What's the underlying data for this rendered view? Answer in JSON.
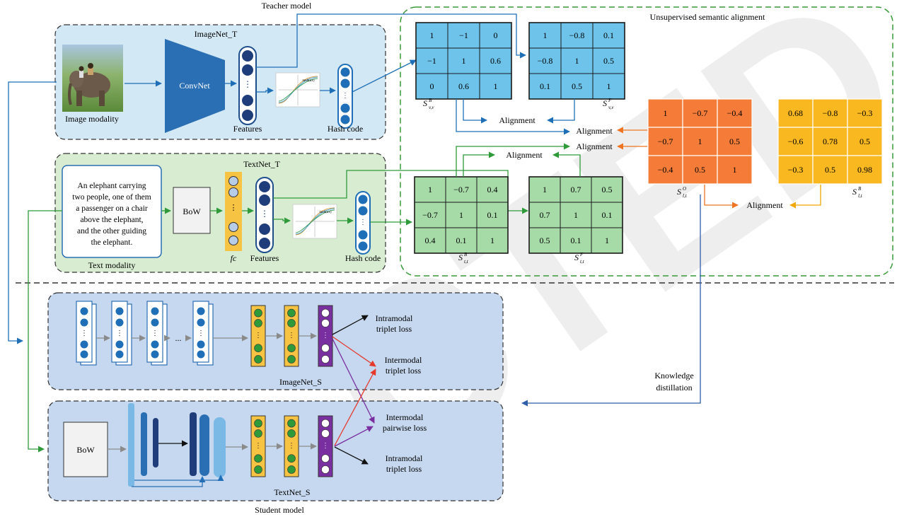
{
  "labels": {
    "teacher_model": "Teacher model",
    "student_model": "Student model",
    "unsupervised": "Unsupervised semantic alignment",
    "imagenet_t": "ImageNet_T",
    "textnet_t": "TextNet_T",
    "imagenet_s": "ImageNet_S",
    "textnet_s": "TextNet_S",
    "convnet": "ConvNet",
    "bow": "BoW",
    "features": "Features",
    "hash_code": "Hash code",
    "image_modality": "Image modality",
    "text_modality": "Text modality",
    "fc": "fc",
    "alignment": "Alignment",
    "knowledge_distillation": [
      "Knowledge",
      "distillation"
    ],
    "dots": "...",
    "tanh_label": "tanh(αx)"
  },
  "caption_text": [
    "An elephant carrying",
    "two people, one of them",
    "a passenger on a chair",
    "above the elephant,",
    "and the other guiding",
    "the elephant."
  ],
  "losses": {
    "intra_img": [
      "Intramodal",
      "triplet loss"
    ],
    "inter_trip": [
      "Intermodal",
      "triplet loss"
    ],
    "inter_pair": [
      "Intermodal",
      "pairwise loss"
    ],
    "intra_txt": [
      "Intramodal",
      "triplet loss"
    ]
  },
  "matrices": {
    "s_vv_b": {
      "label": "S",
      "sup": "B",
      "sub": "v,v",
      "color": "#6ec3ea",
      "values": [
        [
          "1",
          "−1",
          "0"
        ],
        [
          "−1",
          "1",
          "0.6"
        ],
        [
          "0",
          "0.6",
          "1"
        ]
      ]
    },
    "s_vv_f": {
      "label": "S",
      "sup": "F",
      "sub": "v,v",
      "color": "#6ec3ea",
      "values": [
        [
          "1",
          "−0.8",
          "0.1"
        ],
        [
          "−0.8",
          "1",
          "0.5"
        ],
        [
          "0.1",
          "0.5",
          "1"
        ]
      ]
    },
    "s_tt_b": {
      "label": "S",
      "sup": "B",
      "sub": "t,t",
      "color": "#a6dba8",
      "values": [
        [
          "1",
          "−0.7",
          "0.4"
        ],
        [
          "−0.7",
          "1",
          "0.1"
        ],
        [
          "0.4",
          "0.1",
          "1"
        ]
      ]
    },
    "s_tt_f": {
      "label": "S",
      "sup": "F",
      "sub": "t,t",
      "color": "#a6dba8",
      "values": [
        [
          "1",
          "0.7",
          "0.5"
        ],
        [
          "0.7",
          "1",
          "0.1"
        ],
        [
          "0.5",
          "0.1",
          "1"
        ]
      ]
    },
    "s_lt_o": {
      "label": "S",
      "sup": "O",
      "sub": "l,t",
      "color": "#f47c38",
      "values": [
        [
          "1",
          "−0.7",
          "−0.4"
        ],
        [
          "−0.7",
          "1",
          "0.5"
        ],
        [
          "−0.4",
          "0.5",
          "1"
        ]
      ]
    },
    "s_lt_b": {
      "label": "S",
      "sup": "B",
      "sub": "l,t",
      "color": "#f9b720",
      "values": [
        [
          "0.68",
          "−0.8",
          "−0.3"
        ],
        [
          "−0.6",
          "0.78",
          "0.5"
        ],
        [
          "−0.3",
          "0.5",
          "0.98"
        ]
      ]
    }
  },
  "colors": {
    "blue_arrow": "#1f6fb8",
    "green_arrow": "#2e9a3a",
    "orange_arrow": "#ef7422",
    "gold_arrow": "#f2a800",
    "red_arrow": "#e5392b",
    "purple_arrow": "#7a2fa0",
    "teacher_img_bg": "#d3e8f5",
    "teacher_txt_bg": "#d8ecd2",
    "student_bg": "#c6d8ef",
    "unsup_border": "#3a9a3a"
  }
}
